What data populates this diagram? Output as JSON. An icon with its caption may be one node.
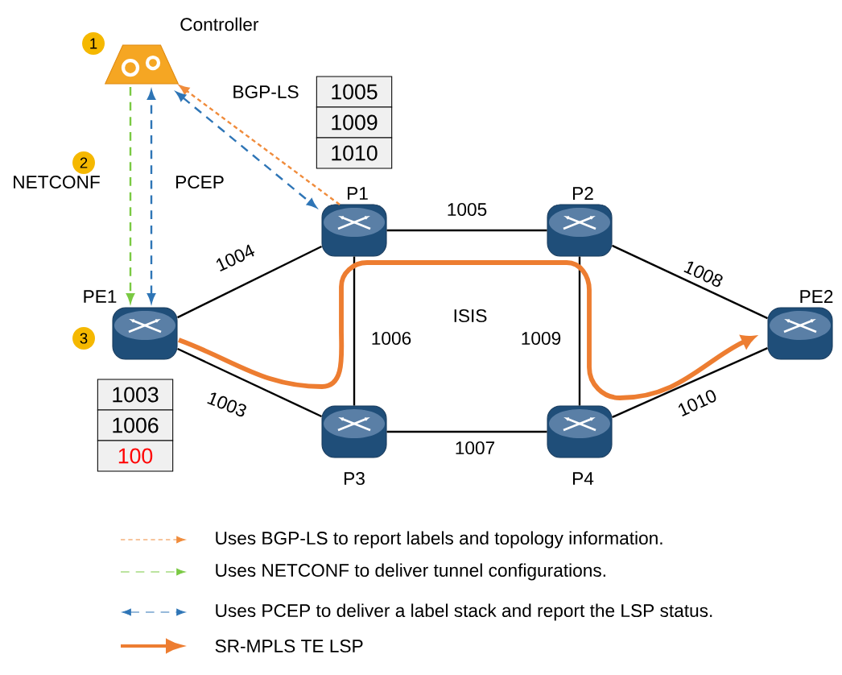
{
  "diagram": {
    "nodes": [
      {
        "text": [],
        "shape": "picture",
        "beside": [
          "Controller"
        ]
      },
      {
        "text": [],
        "shape": "cylinder",
        "beside": [
          "PE1"
        ]
      },
      {
        "text": [],
        "shape": "cylinder",
        "beside": [
          "P1"
        ]
      },
      {
        "text": [],
        "shape": "cylinder",
        "beside": [
          "P2"
        ]
      },
      {
        "text": [],
        "shape": "cylinder",
        "beside": [
          "P3"
        ]
      },
      {
        "text": [],
        "shape": "cylinder",
        "beside": [
          "P4"
        ]
      },
      {
        "text": [],
        "shape": "cylinder",
        "beside": [
          "PE2"
        ]
      }
    ],
    "edges": [
      {
        "from": 0,
        "to": 1,
        "arrow": "to",
        "label": "NETCONF",
        "style": "dashed",
        "color": "#7ac943"
      },
      {
        "from": 1,
        "to": 0,
        "arrow": "both",
        "label": "PCEP",
        "style": "dashed",
        "color": "#2e75b6"
      },
      {
        "from": 2,
        "to": 0,
        "arrow": "to",
        "label": "BGP-LS",
        "style": "dashed",
        "color": "#f08c3c"
      },
      {
        "from": 0,
        "to": 2,
        "arrow": "both",
        "style": "dashed",
        "color": "#2e75b6"
      },
      {
        "from": 1,
        "to": 2,
        "arrow": "none",
        "label": "1004"
      },
      {
        "from": 1,
        "to": 4,
        "arrow": "none",
        "label": "1003"
      },
      {
        "from": 2,
        "to": 3,
        "arrow": "none",
        "label": "1005"
      },
      {
        "from": 2,
        "to": 4,
        "arrow": "none",
        "label": "1006"
      },
      {
        "from": 3,
        "to": 5,
        "arrow": "none",
        "label": "1009"
      },
      {
        "from": 4,
        "to": 5,
        "arrow": "none",
        "label": "1007"
      },
      {
        "from": 3,
        "to": 6,
        "arrow": "none",
        "label": "1008"
      },
      {
        "from": 5,
        "to": 6,
        "arrow": "none",
        "label": "1010"
      },
      {
        "from": 1,
        "to": 6,
        "arrow": "to",
        "style": "thick",
        "color": "#ed7d31"
      }
    ],
    "labels": [
      "1",
      "1005",
      "1009",
      "1010",
      "2",
      "ISIS",
      "3",
      "1003",
      "1006",
      "100"
    ],
    "legend": [
      {
        "text": "Uses BGP-LS to report labels and topology information."
      },
      {
        "text": "Uses NETCONF to deliver tunnel configurations."
      },
      {
        "text": "Uses PCEP to deliver a label stack and report the LSP status."
      },
      {
        "text": "SR-MPLS TE LSP"
      }
    ]
  }
}
